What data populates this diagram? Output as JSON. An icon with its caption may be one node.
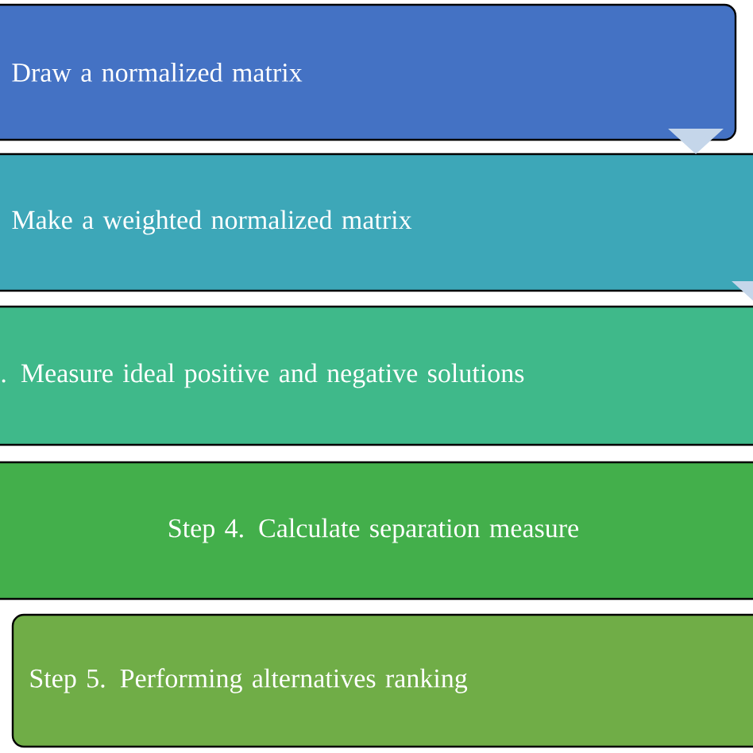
{
  "diagram": {
    "nodes": [
      {
        "text": [
          "Draw a normalized matrix"
        ]
      },
      {
        "text": [
          "Make a weighted normalized matrix"
        ]
      },
      {
        "text": [
          ". Measure ideal positive and negative solutions"
        ]
      },
      {
        "text": [
          "Step 4. Calculate separation measure"
        ]
      },
      {
        "text": [
          "Step 5. Performing alternatives ranking"
        ]
      }
    ],
    "edges": [
      {
        "from": 0,
        "to": 1,
        "arrow": "to"
      },
      {
        "from": 1,
        "to": 2,
        "arrow": "to"
      }
    ]
  }
}
